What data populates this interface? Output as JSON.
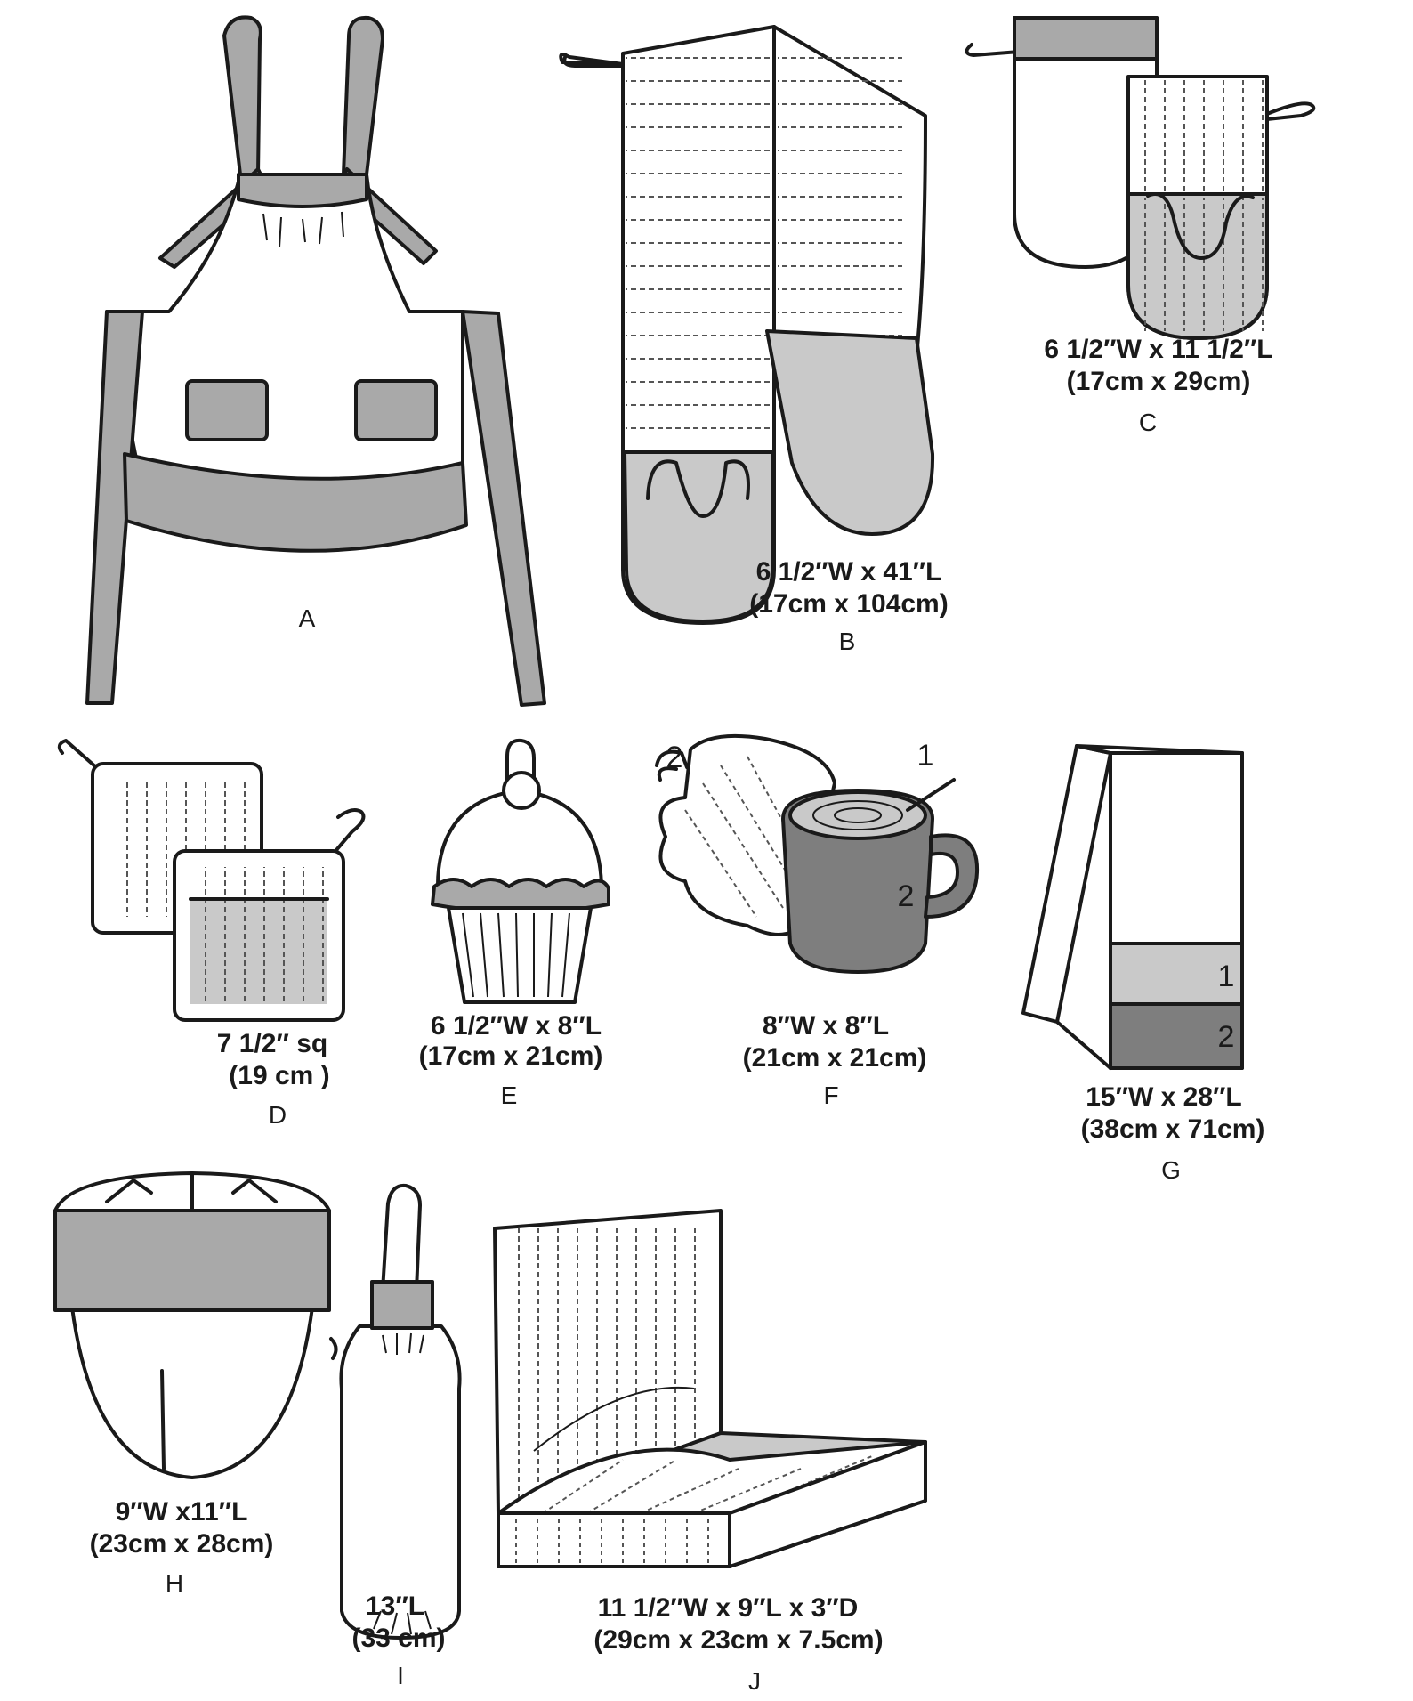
{
  "items": [
    {
      "letter": "A",
      "size": []
    },
    {
      "letter": "B",
      "size": [
        "6 1/2″W  x 41″L",
        "(17cm x 104cm)"
      ]
    },
    {
      "letter": "C",
      "size": [
        "6 1/2″W x 11 1/2″L",
        "(17cm x 29cm)"
      ]
    },
    {
      "letter": "D",
      "size": [
        "7 1/2″ sq",
        "(19 cm )"
      ]
    },
    {
      "letter": "E",
      "size": [
        "6 1/2″W x 8″L",
        "(17cm x 21cm)"
      ]
    },
    {
      "letter": "F",
      "size": [
        "8″W x 8″L",
        "(21cm x 21cm)"
      ],
      "labels": [
        "1",
        "2",
        "2"
      ]
    },
    {
      "letter": "G",
      "size": [
        "15″W x 28″L",
        "(38cm x 71cm)"
      ],
      "labels": [
        "1",
        "2"
      ]
    },
    {
      "letter": "H",
      "size": [
        "9″W x11″L",
        "(23cm x 28cm)"
      ]
    },
    {
      "letter": "I",
      "size": [
        "13″L",
        "(33 cm)"
      ]
    },
    {
      "letter": "J",
      "size": [
        "11 1/2″W x 9″L x 3″D",
        "(29cm x 23cm x 7.5cm)"
      ]
    }
  ],
  "colors": {
    "line": "#1a1a1a",
    "gray": "#a9a9a9",
    "light_gray": "#c9c9c9",
    "dark_gray": "#7e7e7e",
    "paper": "#ffffff"
  }
}
